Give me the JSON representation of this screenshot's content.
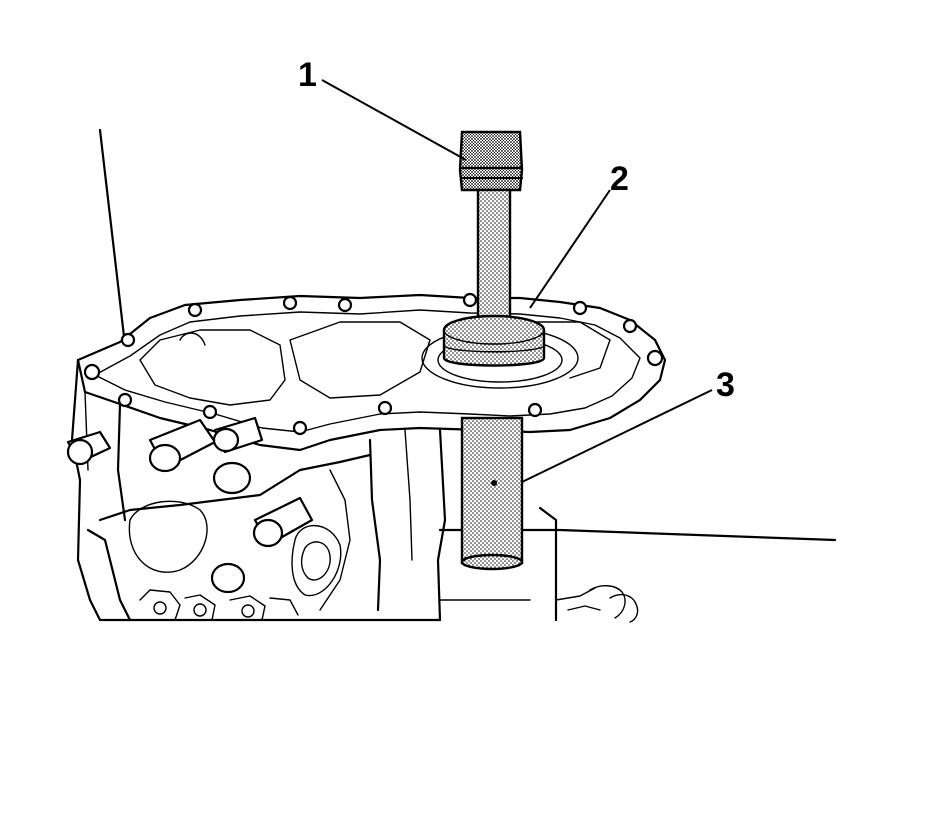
{
  "callouts": [
    {
      "id": "1",
      "label": "1"
    },
    {
      "id": "2",
      "label": "2"
    },
    {
      "id": "3",
      "label": "3"
    }
  ],
  "colors": {
    "line": "#000000",
    "background": "#ffffff"
  },
  "icons": {
    "callout_marker": "number-label"
  }
}
